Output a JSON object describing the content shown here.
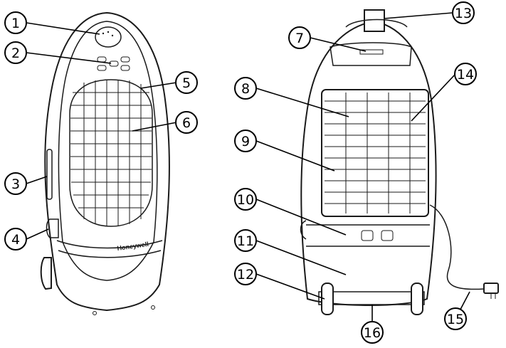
{
  "figure": {
    "brand_label": "Honeywell",
    "callouts": [
      {
        "number": "1"
      },
      {
        "number": "2"
      },
      {
        "number": "3"
      },
      {
        "number": "4"
      },
      {
        "number": "5"
      },
      {
        "number": "6"
      },
      {
        "number": "7"
      },
      {
        "number": "8"
      },
      {
        "number": "9"
      },
      {
        "number": "10"
      },
      {
        "number": "11"
      },
      {
        "number": "12"
      },
      {
        "number": "13"
      },
      {
        "number": "14"
      },
      {
        "number": "15"
      },
      {
        "number": "16"
      }
    ]
  }
}
